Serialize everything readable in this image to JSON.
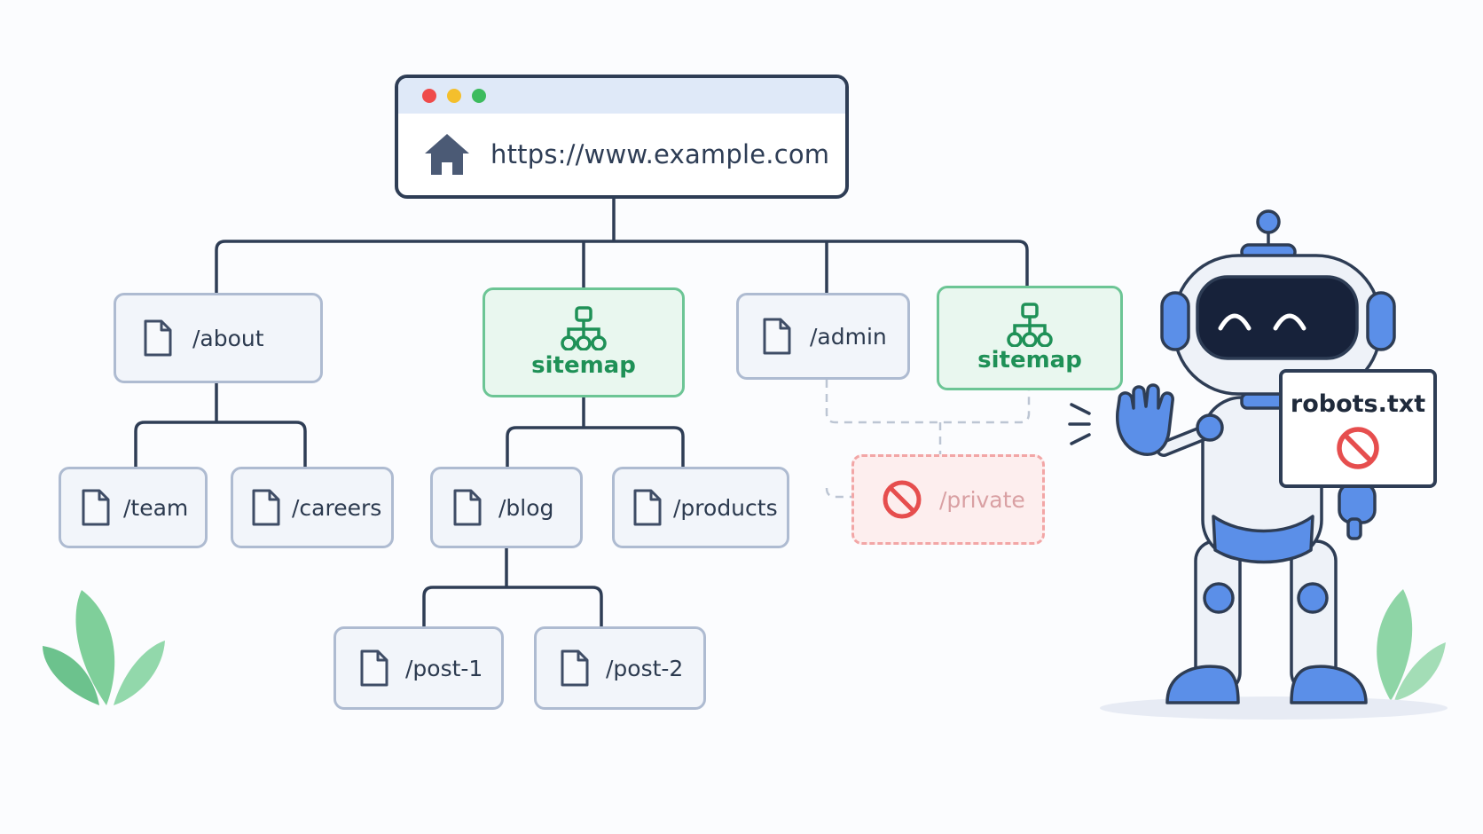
{
  "browser": {
    "url": "https://www.example.com",
    "home_icon": "home-icon",
    "window_dots": [
      "#ef4b4b",
      "#f4bf2c",
      "#3dbb5e"
    ]
  },
  "tree": {
    "level1": [
      {
        "id": "about",
        "label": "/about",
        "icon": "document-icon"
      },
      {
        "id": "sitemap-1",
        "label": "sitemap",
        "icon": "sitemap-icon"
      },
      {
        "id": "admin",
        "label": "/admin",
        "icon": "document-icon"
      },
      {
        "id": "sitemap-2",
        "label": "sitemap",
        "icon": "sitemap-icon"
      }
    ],
    "level2": [
      {
        "id": "team",
        "label": "/team",
        "icon": "document-icon"
      },
      {
        "id": "careers",
        "label": "/careers",
        "icon": "document-icon"
      },
      {
        "id": "blog",
        "label": "/blog",
        "icon": "document-icon"
      },
      {
        "id": "products",
        "label": "/products",
        "icon": "document-icon"
      }
    ],
    "level3": [
      {
        "id": "post-1",
        "label": "/post-1",
        "icon": "document-icon"
      },
      {
        "id": "post-2",
        "label": "/post-2",
        "icon": "document-icon"
      }
    ],
    "blocked": {
      "label": "/private",
      "icon": "no-entry-icon"
    }
  },
  "robot": {
    "sign_label": "robots.txt",
    "sign_icon": "no-entry-icon"
  },
  "colors": {
    "line": "#2e3d55",
    "accent_green": "#1f9157",
    "blocked_red": "#e64e4e",
    "robot_blue": "#5b8fe8"
  }
}
